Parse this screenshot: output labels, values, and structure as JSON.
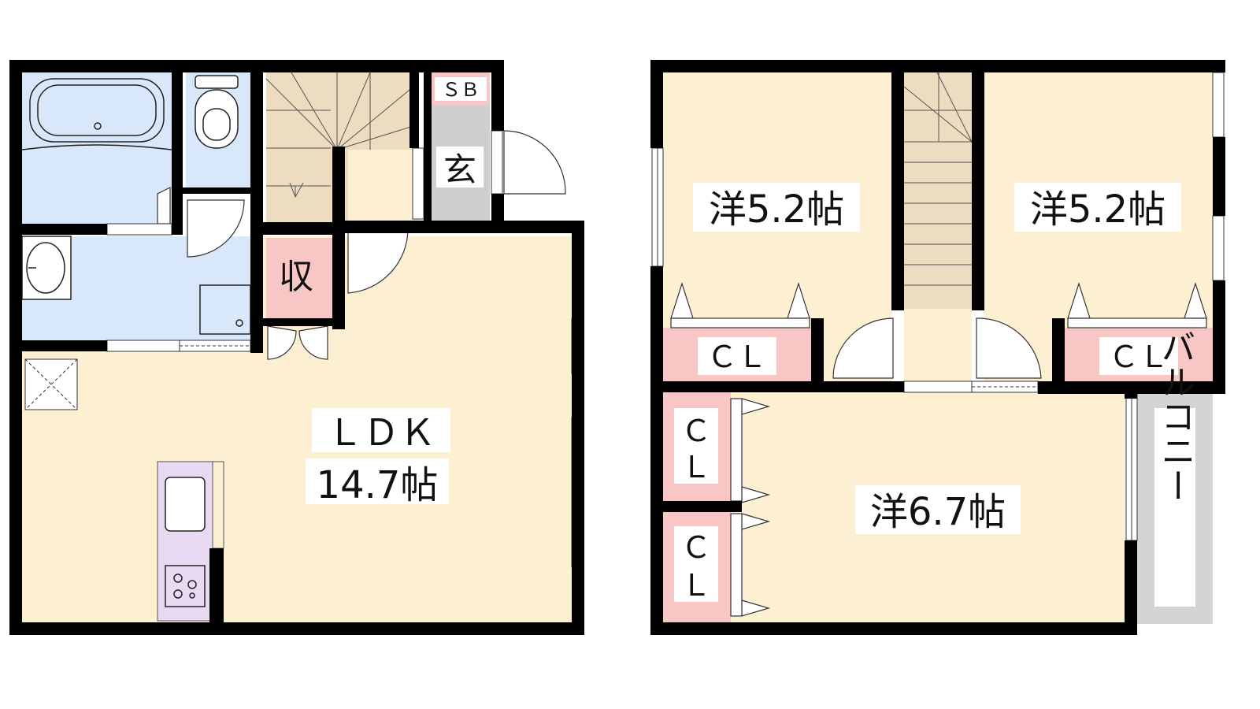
{
  "rooms": {
    "ldk_name": "ＬＤＫ",
    "ldk_size": "14.7帖",
    "storage": "収",
    "entrance": "玄",
    "shoe_box": "ＳＢ",
    "west1": "洋5.2帖",
    "west2": "洋5.2帖",
    "west3": "洋6.7帖",
    "cl1": "ＣＬ",
    "cl2": "ＣＬ",
    "cl3_top": "Ｃ",
    "cl3_bottom": "Ｌ",
    "cl4_top": "Ｃ",
    "cl4_bottom": "Ｌ",
    "balcony": "バルコニー"
  },
  "colors": {
    "living": "#fdf0d2",
    "water": "#d8e8fa",
    "closet": "#f9c6c6",
    "stair": "#eedcc0",
    "entrance": "#cfcfcf",
    "kitchen": "#ead9f2",
    "balcony": "#d4d4d4",
    "wall": "#000000"
  }
}
